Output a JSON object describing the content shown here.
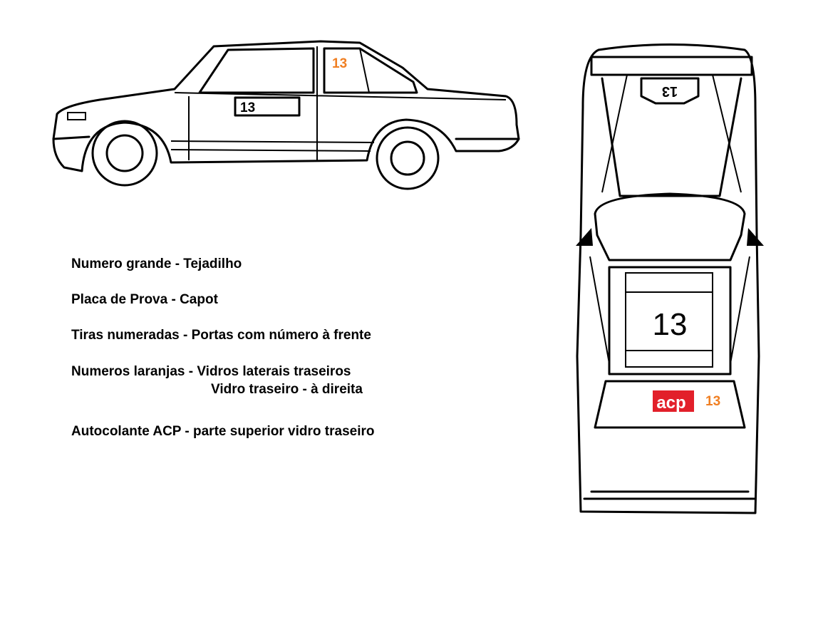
{
  "side_view": {
    "door_number": "13",
    "rear_window_number": "13"
  },
  "top_view": {
    "front_plate_number": "13",
    "roof_number": "13",
    "acp_sticker": "acp",
    "rear_window_number": "13"
  },
  "legend": [
    {
      "text": "Numero grande - Tejadilho"
    },
    {
      "text": "Placa de Prova - Capot"
    },
    {
      "text": "Tiras numeradas - Portas com número à frente"
    },
    {
      "text": "Numeros laranjas - Vidros laterais traseiros"
    },
    {
      "text": "Vidro traseiro - à direita"
    },
    {
      "text": "Autocolante ACP - parte superior vidro traseiro"
    }
  ],
  "colors": {
    "orange": "#f07f22",
    "acp_red": "#e2202a"
  }
}
